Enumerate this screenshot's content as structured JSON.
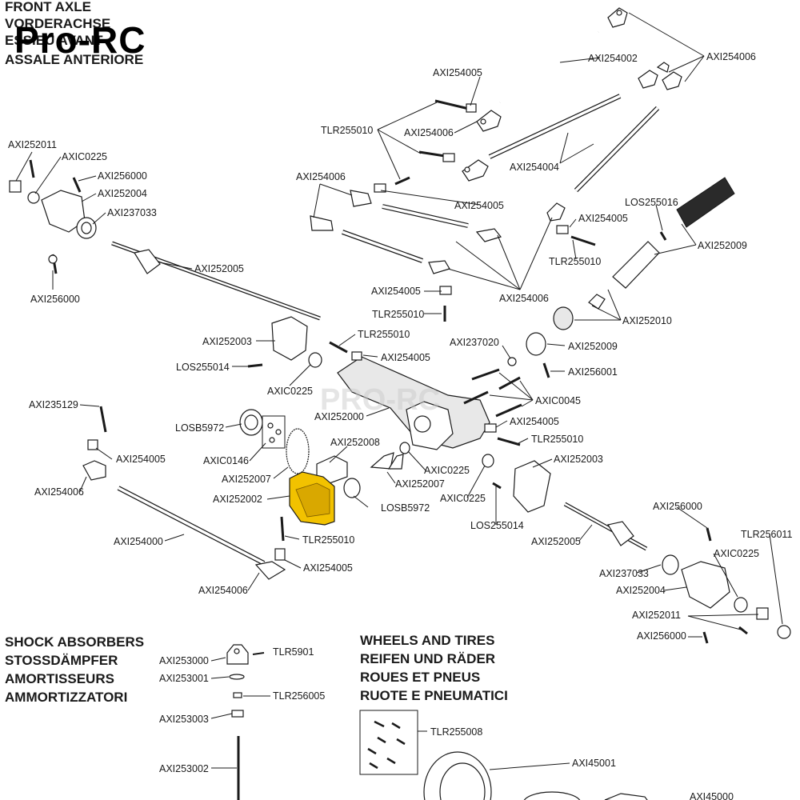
{
  "watermark": {
    "brand": "Pro-RC",
    "center": "PRO-RC"
  },
  "colors": {
    "highlight_part": "#f2c200",
    "ink": "#1a1a1a"
  },
  "sections": {
    "front_axle": [
      "FRONT AXLE",
      "VORDERACHSE",
      "ESSIEU AVANT",
      "ASSALE ANTERIORE"
    ],
    "shock_absorbers": [
      "SHOCK ABSORBERS",
      "STOSSDÄMPFER",
      "AMORTISSEURS",
      "AMMORTIZZATORI"
    ],
    "wheels_tires": [
      "WHEELS AND TIRES",
      "REIFEN UND RÄDER",
      "ROUES ET PNEUS",
      "RUOTE E PNEUMATICI"
    ]
  },
  "part_labels": {
    "axi254002": "AXI254002",
    "axi254006_top": "AXI254006",
    "axi254005_a": "AXI254005",
    "tlr255010_a": "TLR255010",
    "axi254006_b": "AXI254006",
    "axi254004": "AXI254004",
    "axi254006_c": "AXI254006",
    "axi254005_b": "AXI254005",
    "axi252011_l": "AXI252011",
    "axic0225_l": "AXIC0225",
    "axi256000_l1": "AXI256000",
    "axi252004_l": "AXI252004",
    "axi237033_l": "AXI237033",
    "axi256000_l2": "AXI256000",
    "axi252005_l": "AXI252005",
    "los255016": "LOS255016",
    "axi254005_c": "AXI254005",
    "tlr255010_b": "TLR255010",
    "axi252009_a": "AXI252009",
    "axi254005_d": "AXI254005",
    "tlr255010_c": "TLR255010",
    "axi254006_d": "AXI254006",
    "axi252010": "AXI252010",
    "tlr255010_d": "TLR255010",
    "axi252003_l": "AXI252003",
    "axi254005_e": "AXI254005",
    "los255014_l": "LOS255014",
    "axi237020": "AXI237020",
    "axi252009_b": "AXI252009",
    "axi256001": "AXI256001",
    "axic0225_c": "AXIC0225",
    "axic0045": "AXIC0045",
    "axi235129": "AXI235129",
    "axi252000": "AXI252000",
    "losb5972_a": "LOSB5972",
    "axi254005_f": "AXI254005",
    "tlr255010_e": "TLR255010",
    "axi254005_g": "AXI254005",
    "axi252008": "AXI252008",
    "axic0146": "AXIC0146",
    "axic0225_r1": "AXIC0225",
    "axi252003_r": "AXI252003",
    "axi252007_a": "AXI252007",
    "axi252007_b": "AXI252007",
    "axi254006_e": "AXI254006",
    "axi252002": "AXI252002",
    "losb5972_b": "LOSB5972",
    "axic0225_r2": "AXIC0225",
    "tlr255010_f": "TLR255010",
    "los255014_r": "LOS255014",
    "axi256000_r": "AXI256000",
    "axi254000": "AXI254000",
    "axi252005_r": "AXI252005",
    "tlr256011": "TLR256011",
    "axi254005_h": "AXI254005",
    "axic0225_r3": "AXIC0225",
    "axi254006_f": "AXI254006",
    "axi237033_r": "AXI237033",
    "axi252004_r": "AXI252004",
    "axi252011_r": "AXI252011",
    "axi256000_r2": "AXI256000",
    "axi253000": "AXI253000",
    "tlr5901": "TLR5901",
    "axi253001": "AXI253001",
    "tlr256005": "TLR256005",
    "axi253003": "AXI253003",
    "axi253002": "AXI253002",
    "tlr255008": "TLR255008",
    "axi45001": "AXI45001",
    "axi45000": "AXI45000"
  }
}
